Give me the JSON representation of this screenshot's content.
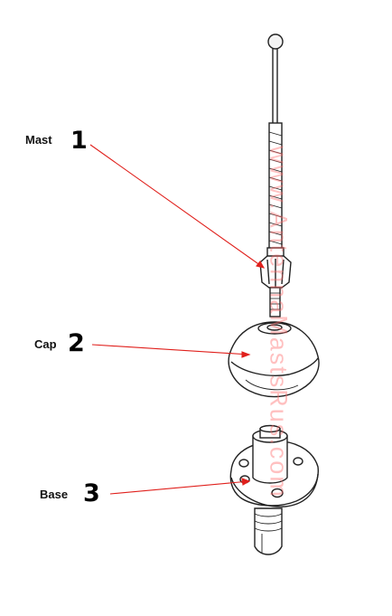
{
  "parts": [
    {
      "name": "Mast",
      "number": "1"
    },
    {
      "name": "Cap",
      "number": "2"
    },
    {
      "name": "Base",
      "number": "3"
    }
  ],
  "watermark": "www.AntennaMastsRus.com",
  "colors": {
    "line": "#222222",
    "leader": "#e0201c",
    "watermark": "#ff6b6b"
  }
}
